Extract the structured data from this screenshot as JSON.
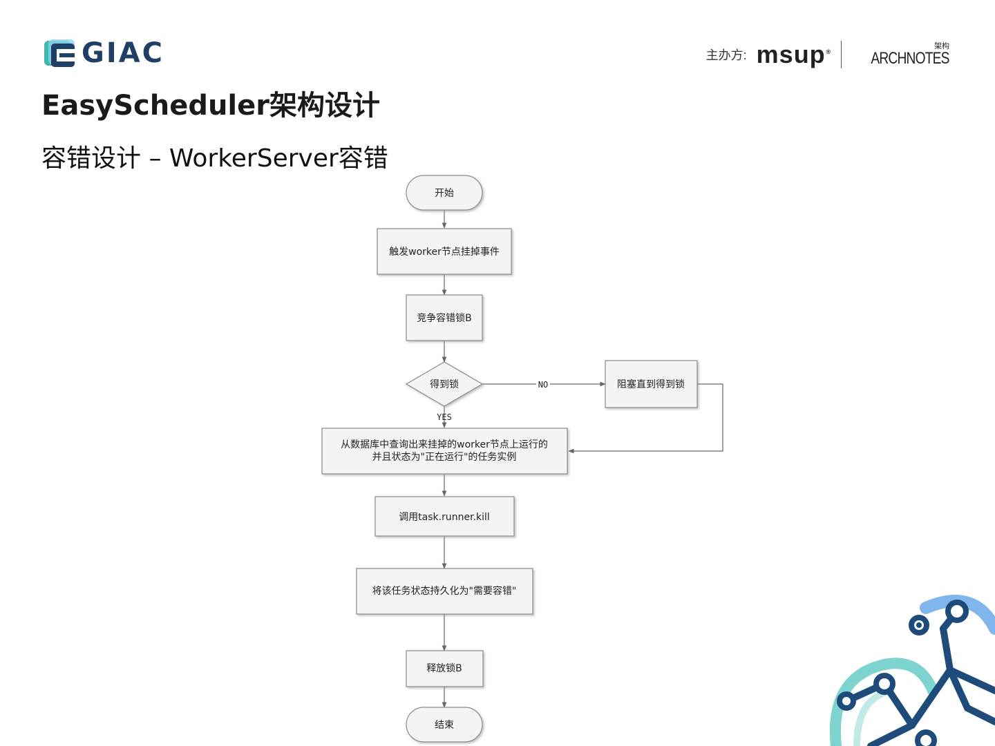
{
  "header": {
    "logo_text": "GIAC",
    "sponsor_label": "主办方:",
    "sponsor_brand": "msup",
    "partner_brand": "ARCHNOTES",
    "partner_brand_cn": "架构",
    "title": "EasyScheduler架构设计",
    "subtitle": "容错设计 – WorkerServer容错"
  },
  "flowchart": {
    "nodes": {
      "start": "开始",
      "trigger": "触发worker节点挂掉事件",
      "compete": "竞争容错锁B",
      "got_lock": "得到锁",
      "block": "阻塞直到得到锁",
      "query_line1": "从数据库中查询出来挂掉的worker节点上运行的",
      "query_line2": "并且状态为\"正在运行\"的任务实例",
      "kill": "调用task.runner.kill",
      "persist": "将该任务状态持久化为\"需要容错\"",
      "release": "释放锁B",
      "end": "结束"
    },
    "edges": {
      "no": "NO",
      "yes": "YES"
    }
  },
  "colors": {
    "logo_dark": "#1f3f66",
    "logo_teal": "#3fb8b0",
    "deco_blue": "#1e4b7a",
    "deco_teal": "#5cc8c2",
    "deco_light": "#6aa9e8"
  }
}
